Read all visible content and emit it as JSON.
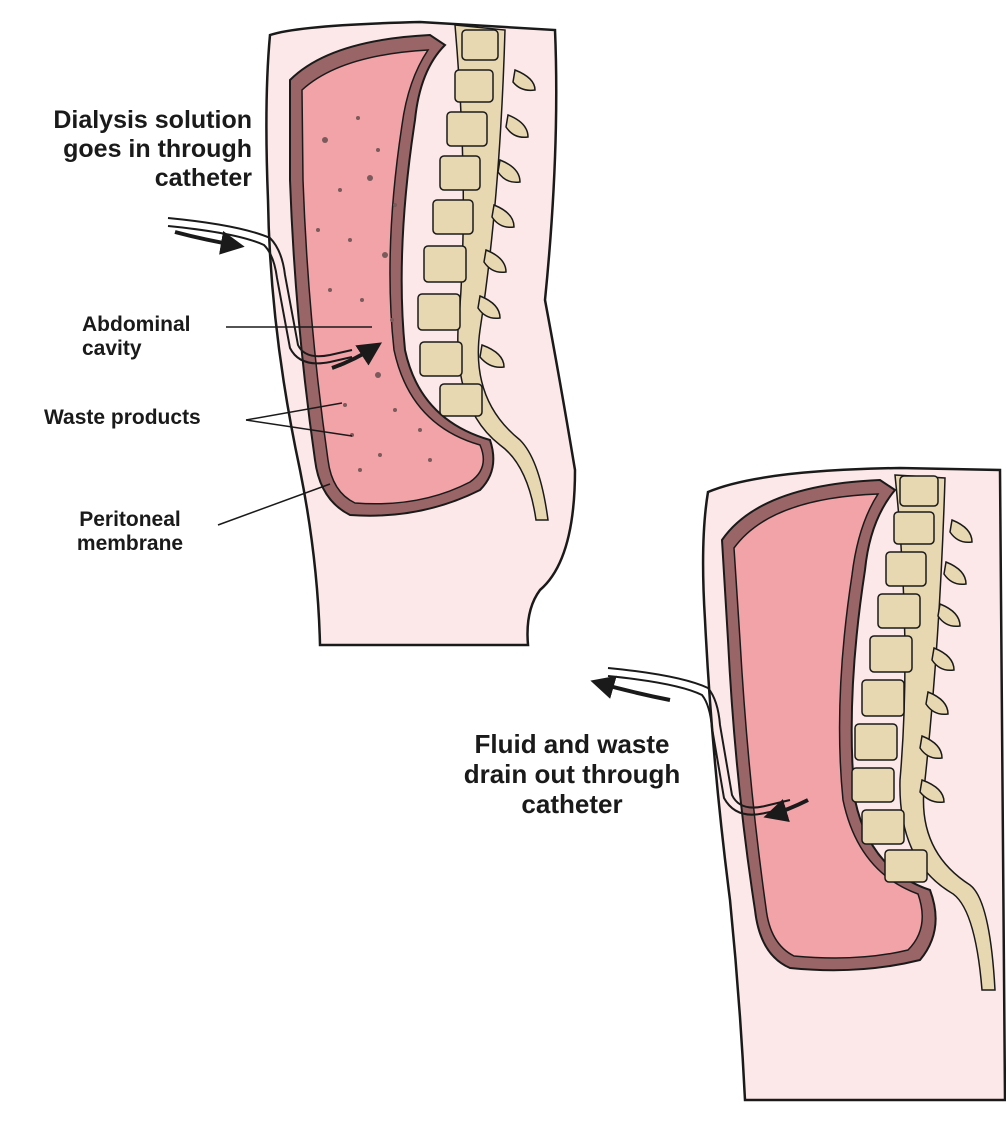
{
  "labels": {
    "solution_in": [
      "Dialysis solution",
      "goes in through",
      "catheter"
    ],
    "abdominal_cavity": [
      "Abdominal",
      "cavity"
    ],
    "waste_products": "Waste products",
    "peritoneal_membrane": [
      "Peritoneal",
      "membrane"
    ],
    "drain_out": [
      "Fluid and waste",
      "drain out through",
      "catheter"
    ]
  },
  "colors": {
    "skin": "#fce8e8",
    "cavity": "#f2a3a8",
    "wall": "#9a6566",
    "bone": "#e8d8b2",
    "ink": "#1a1a1a"
  }
}
